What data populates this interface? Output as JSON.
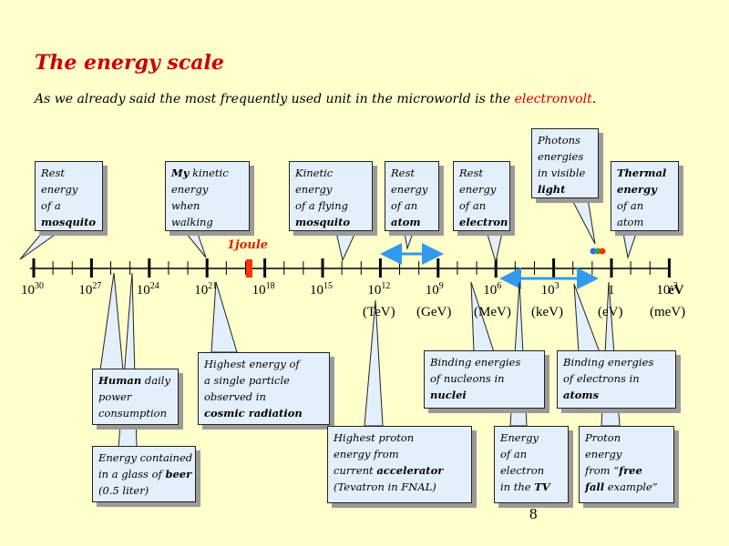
{
  "title": "The energy scale",
  "subtitle": {
    "prefix": "As  we already said the most frequently used unit in the microworld is the ",
    "highlight": "electronvolt",
    "suffix": "."
  },
  "colors": {
    "title": "#cc0000",
    "box_fill": "#e3f0fc",
    "arrow": "#3399ee",
    "joule_marker": "#ff3300",
    "background": "#ffffcc"
  },
  "axis": {
    "unit": "eV",
    "ticks": [
      {
        "base": "10",
        "exp": "30"
      },
      {
        "base": "10",
        "exp": "27"
      },
      {
        "base": "10",
        "exp": "24"
      },
      {
        "base": "10",
        "exp": "21"
      },
      {
        "base": "10",
        "exp": "18"
      },
      {
        "base": "10",
        "exp": "15"
      },
      {
        "base": "10",
        "exp": "12"
      },
      {
        "base": "10",
        "exp": "9"
      },
      {
        "base": "10",
        "exp": "6"
      },
      {
        "base": "10",
        "exp": "3"
      },
      {
        "base": "1",
        "exp": ""
      },
      {
        "base": "10",
        "exp": "-3"
      }
    ],
    "units": [
      "(TeV)",
      "(GeV)",
      "(MeV)",
      "(keV)",
      "(eV)",
      "(meV)"
    ],
    "joule_label": "1joule",
    "light_dot_colors": [
      "#3366ff",
      "#33aa33",
      "#ff3300"
    ]
  },
  "boxes": {
    "mosquito_rest": [
      "Rest",
      "energy",
      "of a",
      "mosquito"
    ],
    "walking": [
      "My kinetic",
      "energy",
      "when",
      "walking"
    ],
    "flying": [
      "Kinetic",
      "energy",
      "of a flying",
      "mosquito"
    ],
    "atom_rest": [
      "Rest",
      "energy",
      "of an",
      "atom"
    ],
    "electron_rest": [
      "Rest",
      "energy",
      "of an",
      "electron"
    ],
    "photons": [
      "Photons",
      "energies",
      "in visible",
      "light"
    ],
    "thermal": [
      "Thermal",
      "energy",
      "of an",
      "atom"
    ],
    "human": [
      "Human daily",
      "power",
      "consumption"
    ],
    "beer": [
      "Energy contained",
      "in a glass of beer",
      "(0.5 liter)"
    ],
    "cosmic": [
      "Highest energy of",
      "a single particle",
      "observed in",
      "cosmic radiation"
    ],
    "accelerator": [
      "Highest proton",
      "energy from",
      "current accelerator",
      "(Tevatron in FNAL)"
    ],
    "nuclei": [
      "Binding energies",
      "of nucleons in",
      "nuclei"
    ],
    "electron_tv": [
      "Energy",
      "of an",
      "electron",
      "in the TV"
    ],
    "atoms_binding": [
      "Binding energies",
      "of electrons in",
      "atoms"
    ],
    "free_fall": [
      "Proton",
      "energy",
      "from “free",
      "fall example”"
    ]
  },
  "page_number": "8"
}
